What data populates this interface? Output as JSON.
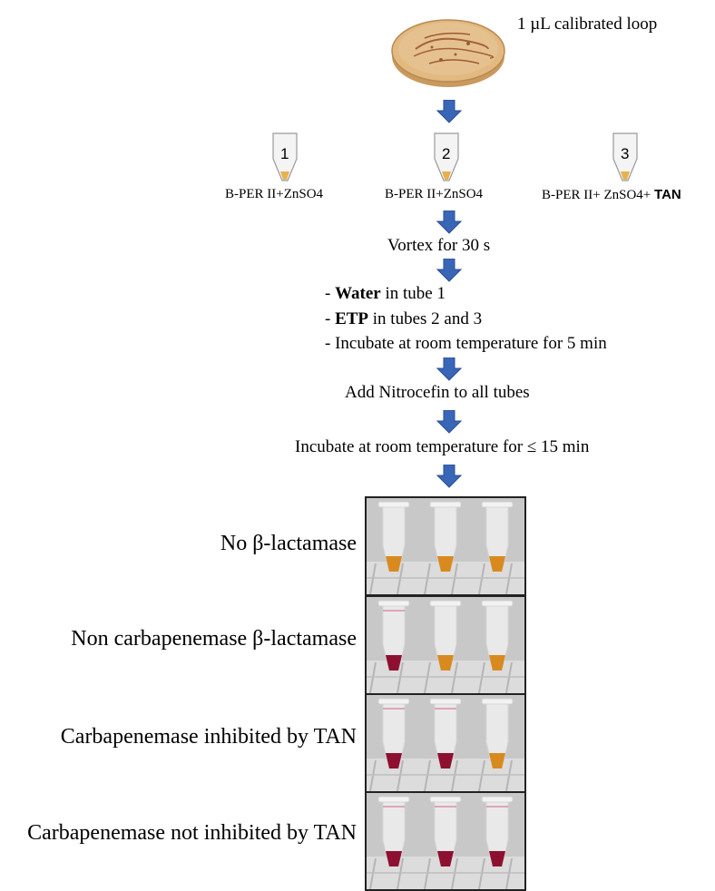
{
  "plate": {
    "label": "1 µL calibrated loop"
  },
  "tubes": [
    {
      "number": "1",
      "reagent": "B-PER II+ZnSO4",
      "reagent_bold": ""
    },
    {
      "number": "2",
      "reagent": "B-PER II+ZnSO4",
      "reagent_bold": ""
    },
    {
      "number": "3",
      "reagent": "B-PER II+ ZnSO4+ ",
      "reagent_bold": "TAN"
    }
  ],
  "steps": {
    "vortex": "Vortex for 30 s",
    "add_water_bold": "Water",
    "add_water_rest": " in tube 1",
    "add_etp_bold": "ETP",
    "add_etp_rest": " in tubes 2 and 3",
    "incubate_5": "- Incubate at room temperature for 5 min",
    "dash": "- ",
    "nitrocefin": "Add Nitrocefin to all tubes",
    "incubate_15": "Incubate at room temperature for ≤ 15 min"
  },
  "results": [
    {
      "label": "No β-lactamase",
      "tube_colors": [
        "orange",
        "orange",
        "orange"
      ]
    },
    {
      "label": "Non carbapenemase β-lactamase",
      "tube_colors": [
        "red",
        "orange",
        "orange"
      ]
    },
    {
      "label": "Carbapenemase inhibited by TAN",
      "tube_colors": [
        "red",
        "red",
        "orange"
      ]
    },
    {
      "label": "Carbapenemase not inhibited by TAN",
      "tube_colors": [
        "red",
        "red",
        "red"
      ]
    }
  ],
  "colors": {
    "arrow": "#3a66b8",
    "arrow_stroke": "#2a4e94",
    "orange_liquid": "#d98a1f",
    "red_liquid": "#8e1030",
    "plate_agar": "#e2b981",
    "tube_sample": "#e8b24a"
  }
}
